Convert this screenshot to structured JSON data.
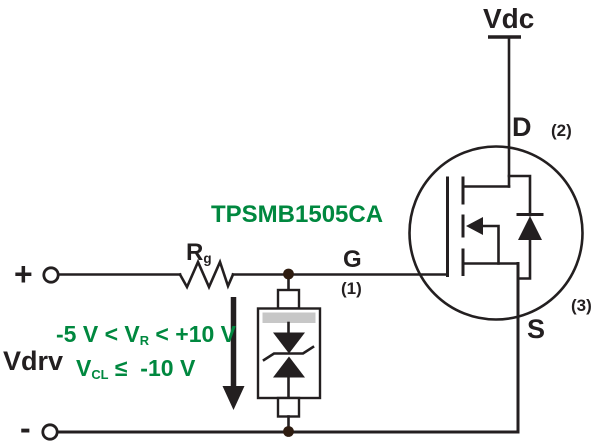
{
  "colors": {
    "bg": "#ffffff",
    "line": "#231f20",
    "green": "#00883f",
    "band": "#c7c7c7",
    "dot": "#2e1c10"
  },
  "labels": {
    "vdc": "Vdc",
    "vdrv": "Vdrv",
    "plus": "+",
    "minus": "-",
    "drain": "D",
    "drain_pin": "(2)",
    "gate": "G",
    "gate_pin": "(1)",
    "source": "S",
    "source_pin": "(3)",
    "part_number": "TPSMB1505CA"
  },
  "resistor": {
    "name": "R",
    "sub": "g"
  },
  "notes": {
    "reverse_voltage": {
      "pre": "-5 V < V",
      "sub": "R",
      "post": " < +10 V"
    },
    "clamp_voltage": {
      "pre": "V",
      "sub": "CL",
      "post": " ≤  -10 V"
    }
  }
}
